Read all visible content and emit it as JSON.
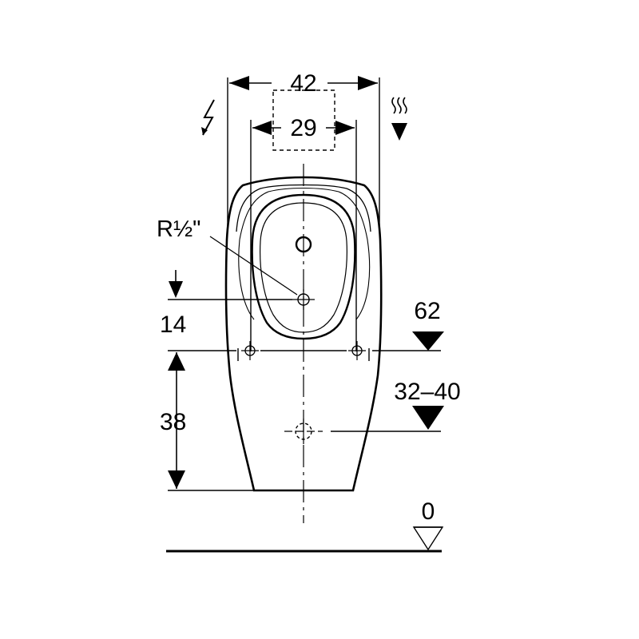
{
  "dimensions": {
    "width_outer": "42",
    "width_inner": "29",
    "inlet_thread": "R½\"",
    "offset_14": "14",
    "height_38": "38",
    "level_62": "62",
    "level_32_40": "32–40",
    "level_0": "0"
  },
  "icons": {
    "electric": "lightning-icon",
    "water": "hot-water-icon"
  },
  "colors": {
    "line": "#000000",
    "background": "#ffffff"
  }
}
